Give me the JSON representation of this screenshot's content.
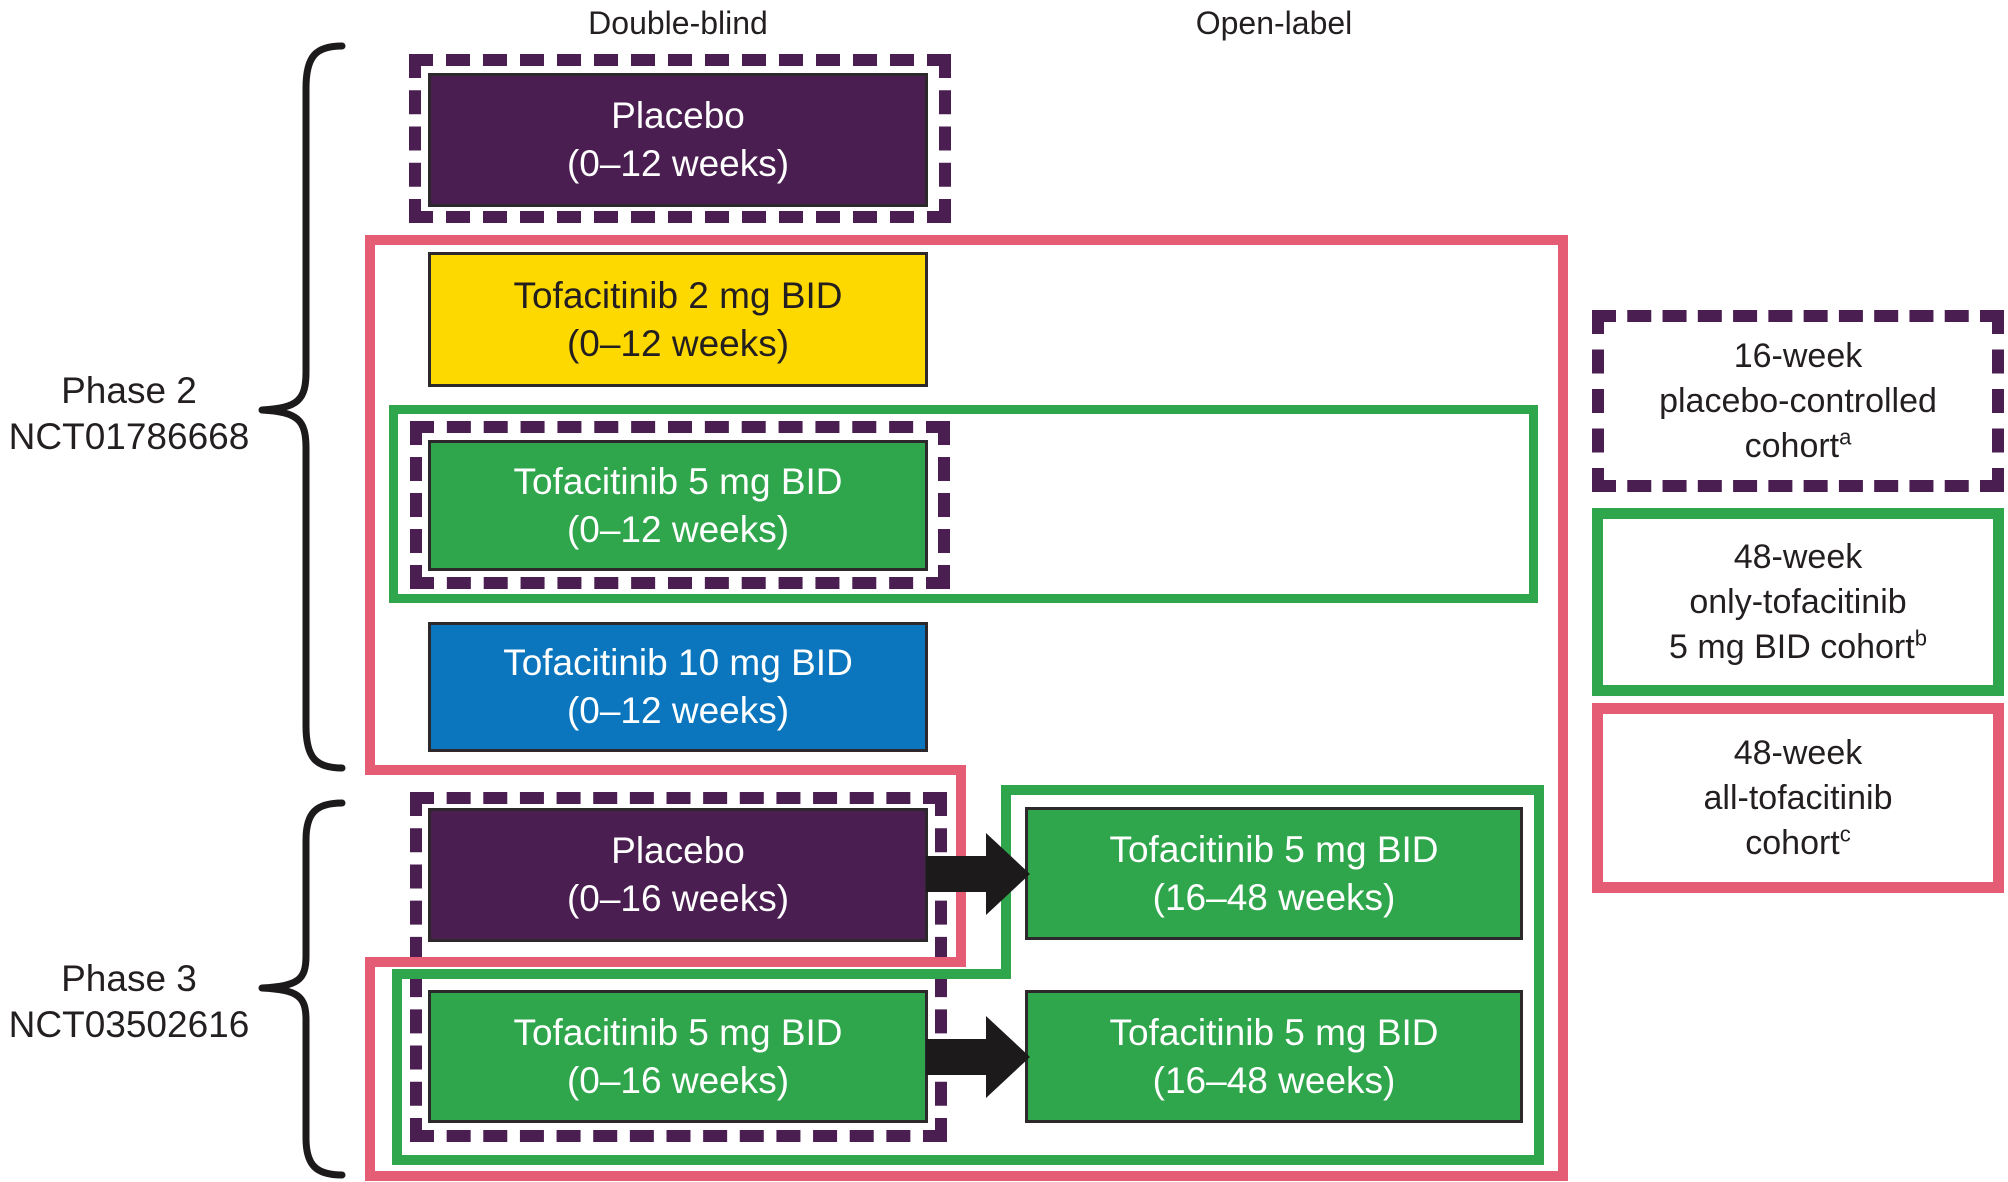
{
  "headers": {
    "double_blind": "Double-blind",
    "open_label": "Open-label"
  },
  "phases": [
    {
      "name": "Phase 2",
      "nct": "NCT01786668"
    },
    {
      "name": "Phase 3",
      "nct": "NCT03502616"
    }
  ],
  "arms": {
    "p2_placebo": {
      "label": "Placebo",
      "duration": "(0–12 weeks)"
    },
    "p2_tofa_2mg": {
      "label": "Tofacitinib 2 mg BID",
      "duration": "(0–12 weeks)"
    },
    "p2_tofa_5mg": {
      "label": "Tofacitinib 5 mg BID",
      "duration": "(0–12 weeks)"
    },
    "p2_tofa_10mg": {
      "label": "Tofacitinib 10 mg BID",
      "duration": "(0–12 weeks)"
    },
    "p3_placebo": {
      "label": "Placebo",
      "duration": "(0–16 weeks)"
    },
    "p3_tofa_5mg_db": {
      "label": "Tofacitinib 5 mg BID",
      "duration": "(0–16 weeks)"
    },
    "p3_switch_ol": {
      "label": "Tofacitinib 5 mg BID",
      "duration": "(16–48 weeks)"
    },
    "p3_tofa_5mg_ol": {
      "label": "Tofacitinib 5 mg BID",
      "duration": "(16–48 weeks)"
    }
  },
  "legend": [
    {
      "line1": "16-week",
      "line2": "placebo-controlled",
      "line3": "cohort",
      "footnote_mark": "a"
    },
    {
      "line1": "48-week",
      "line2": "only-tofacitinib",
      "line3": "5 mg BID cohort",
      "footnote_mark": "b"
    },
    {
      "line1": "48-week",
      "line2": "all-tofacitinib",
      "line3": "cohort",
      "footnote_mark": "c"
    }
  ],
  "colors": {
    "placebo_purple": "#4A1E51",
    "tofa_2mg_yellow": "#FDD900",
    "tofa_5mg_green": "#2FA64C",
    "tofa_10mg_blue": "#0B76BE",
    "all_tofa_cohort_pink": "#E55C75",
    "only_tofa_cohort_green": "#2FA64C",
    "placebo_cohort_dash_purple": "#4A1E51",
    "text_dark": "#231F20",
    "box_text_white": "#FFFFFF",
    "arrow_black": "#1C1A1B"
  }
}
